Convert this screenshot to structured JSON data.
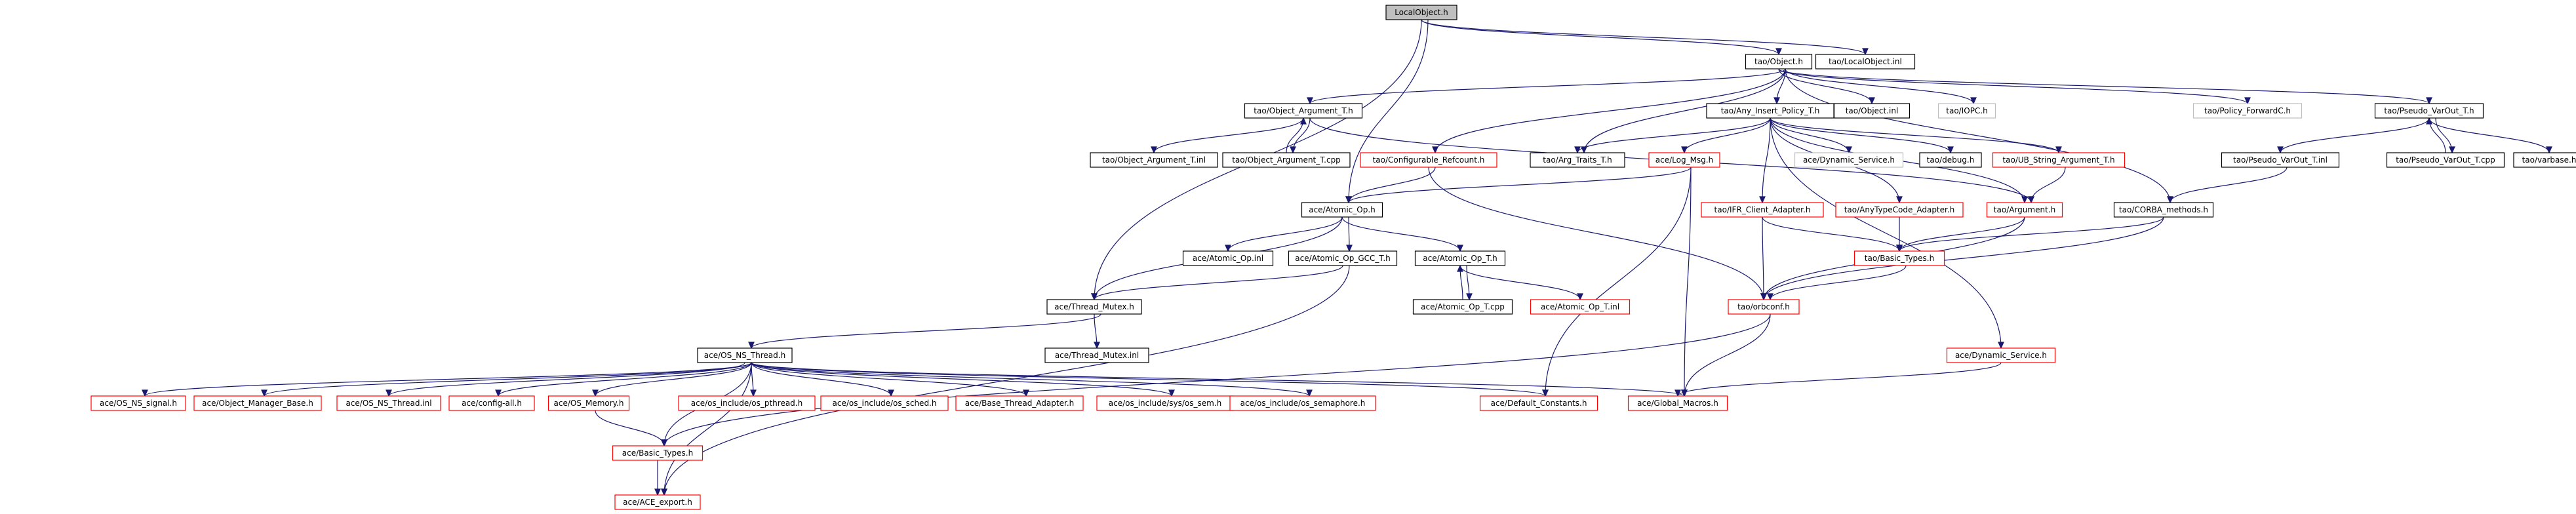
{
  "colors": {
    "background": "#ffffff",
    "edge": "#191970",
    "node_border_normal": "#000000",
    "node_border_red": "#ff0000",
    "node_border_gray": "#bfbfbf",
    "root_fill": "#bfbfbf",
    "node_fill": "#ffffff",
    "text": "#000000"
  },
  "nodes": [
    {
      "id": "localobject_h",
      "label": "LocalObject.h",
      "style": "root"
    },
    {
      "id": "object_h",
      "label": "tao/Object.h",
      "style": "normal"
    },
    {
      "id": "localobject_inl",
      "label": "tao/LocalObject.inl",
      "style": "normal"
    },
    {
      "id": "object_argument_t_h",
      "label": "tao/Object_Argument_T.h",
      "style": "normal"
    },
    {
      "id": "any_insert_policy_t_h",
      "label": "tao/Any_Insert_Policy_T.h",
      "style": "normal"
    },
    {
      "id": "object_inl",
      "label": "tao/Object.inl",
      "style": "normal"
    },
    {
      "id": "iiopc_h",
      "label": "tao/IOPC.h",
      "style": "gray"
    },
    {
      "id": "policy_forwardc_h",
      "label": "tao/Policy_ForwardC.h",
      "style": "gray"
    },
    {
      "id": "pseudo_varout_t_h",
      "label": "tao/Pseudo_VarOut_T.h",
      "style": "normal"
    },
    {
      "id": "object_argument_t_inl",
      "label": "tao/Object_Argument_T.inl",
      "style": "normal"
    },
    {
      "id": "object_argument_t_cpp",
      "label": "tao/Object_Argument_T.cpp",
      "style": "normal"
    },
    {
      "id": "configurable_refcount_h",
      "label": "tao/Configurable_Refcount.h",
      "style": "red"
    },
    {
      "id": "arg_traits_t_h",
      "label": "tao/Arg_Traits_T.h",
      "style": "normal"
    },
    {
      "id": "log_msg_h",
      "label": "ace/Log_Msg.h",
      "style": "red"
    },
    {
      "id": "dynamic_service_h_gray",
      "label": "ace/Dynamic_Service.h",
      "style": "gray"
    },
    {
      "id": "debug_h",
      "label": "tao/debug.h",
      "style": "normal"
    },
    {
      "id": "ub_string_argument_t_h",
      "label": "tao/UB_String_Argument_T.h",
      "style": "red"
    },
    {
      "id": "pseudo_varout_t_inl",
      "label": "tao/Pseudo_VarOut_T.inl",
      "style": "normal"
    },
    {
      "id": "pseudo_varout_t_cpp",
      "label": "tao/Pseudo_VarOut_T.cpp",
      "style": "normal"
    },
    {
      "id": "varbase_h",
      "label": "tao/varbase.h",
      "style": "normal"
    },
    {
      "id": "atomic_op_h",
      "label": "ace/Atomic_Op.h",
      "style": "normal"
    },
    {
      "id": "ifr_client_adapter_h",
      "label": "tao/IFR_Client_Adapter.h",
      "style": "red"
    },
    {
      "id": "anytypecode_adapter_h",
      "label": "tao/AnyTypeCode_Adapter.h",
      "style": "red"
    },
    {
      "id": "argument_h",
      "label": "tao/Argument.h",
      "style": "red"
    },
    {
      "id": "corba_methods_h",
      "label": "tao/CORBA_methods.h",
      "style": "normal"
    },
    {
      "id": "atomic_op_inl",
      "label": "ace/Atomic_Op.inl",
      "style": "normal"
    },
    {
      "id": "atomic_op_gcc_t_h",
      "label": "ace/Atomic_Op_GCC_T.h",
      "style": "normal"
    },
    {
      "id": "atomic_op_t_h",
      "label": "ace/Atomic_Op_T.h",
      "style": "normal"
    },
    {
      "id": "tao_basic_types_h",
      "label": "tao/Basic_Types.h",
      "style": "red"
    },
    {
      "id": "thread_mutex_h",
      "label": "ace/Thread_Mutex.h",
      "style": "normal"
    },
    {
      "id": "atomic_op_t_cpp",
      "label": "ace/Atomic_Op_T.cpp",
      "style": "normal"
    },
    {
      "id": "atomic_op_t_inl",
      "label": "ace/Atomic_Op_T.inl",
      "style": "red"
    },
    {
      "id": "orbconf_h",
      "label": "tao/orbconf.h",
      "style": "red"
    },
    {
      "id": "os_ns_thread_h",
      "label": "ace/OS_NS_Thread.h",
      "style": "normal"
    },
    {
      "id": "thread_mutex_inl",
      "label": "ace/Thread_Mutex.inl",
      "style": "normal"
    },
    {
      "id": "dynamic_service_h_red",
      "label": "ace/Dynamic_Service.h",
      "style": "red"
    },
    {
      "id": "os_ns_signal_h",
      "label": "ace/OS_NS_signal.h",
      "style": "red"
    },
    {
      "id": "object_manager_base_h",
      "label": "ace/Object_Manager_Base.h",
      "style": "red"
    },
    {
      "id": "os_ns_thread_inl",
      "label": "ace/OS_NS_Thread.inl",
      "style": "red"
    },
    {
      "id": "config_all_h",
      "label": "ace/config-all.h",
      "style": "red"
    },
    {
      "id": "os_memory_h",
      "label": "ace/OS_Memory.h",
      "style": "red"
    },
    {
      "id": "os_include_os_pthread_h",
      "label": "ace/os_include/os_pthread.h",
      "style": "red"
    },
    {
      "id": "os_include_os_sched_h",
      "label": "ace/os_include/os_sched.h",
      "style": "red"
    },
    {
      "id": "base_thread_adapter_h",
      "label": "ace/Base_Thread_Adapter.h",
      "style": "red"
    },
    {
      "id": "os_include_sys_os_sem_h",
      "label": "ace/os_include/sys/os_sem.h",
      "style": "red"
    },
    {
      "id": "os_include_os_semaphore_h",
      "label": "ace/os_include/os_semaphore.h",
      "style": "red"
    },
    {
      "id": "default_constants_h",
      "label": "ace/Default_Constants.h",
      "style": "red"
    },
    {
      "id": "global_macros_h",
      "label": "ace/Global_Macros.h",
      "style": "red"
    },
    {
      "id": "ace_basic_types_h",
      "label": "ace/Basic_Types.h",
      "style": "red"
    },
    {
      "id": "ace_export_h",
      "label": "ace/ACE_export.h",
      "style": "red"
    }
  ],
  "edges": [
    [
      "localobject_h",
      "object_h"
    ],
    [
      "localobject_h",
      "localobject_inl"
    ],
    [
      "localobject_h",
      "atomic_op_h"
    ],
    [
      "localobject_h",
      "thread_mutex_h"
    ],
    [
      "object_h",
      "object_argument_t_h"
    ],
    [
      "object_h",
      "any_insert_policy_t_h"
    ],
    [
      "object_h",
      "object_inl"
    ],
    [
      "object_h",
      "iiopc_h"
    ],
    [
      "object_h",
      "policy_forwardc_h"
    ],
    [
      "object_h",
      "pseudo_varout_t_h"
    ],
    [
      "object_h",
      "configurable_refcount_h"
    ],
    [
      "object_h",
      "arg_traits_t_h"
    ],
    [
      "object_h",
      "corba_methods_h"
    ],
    [
      "object_argument_t_h",
      "object_argument_t_inl"
    ],
    [
      "object_argument_t_h",
      "object_argument_t_cpp"
    ],
    [
      "object_argument_t_cpp",
      "object_argument_t_h"
    ],
    [
      "object_argument_t_h",
      "argument_h"
    ],
    [
      "any_insert_policy_t_h",
      "arg_traits_t_h"
    ],
    [
      "any_insert_policy_t_h",
      "log_msg_h"
    ],
    [
      "any_insert_policy_t_h",
      "dynamic_service_h_gray"
    ],
    [
      "any_insert_policy_t_h",
      "debug_h"
    ],
    [
      "any_insert_policy_t_h",
      "ub_string_argument_t_h"
    ],
    [
      "any_insert_policy_t_h",
      "ifr_client_adapter_h"
    ],
    [
      "any_insert_policy_t_h",
      "anytypecode_adapter_h"
    ],
    [
      "any_insert_policy_t_h",
      "argument_h"
    ],
    [
      "any_insert_policy_t_h",
      "dynamic_service_h_red"
    ],
    [
      "pseudo_varout_t_h",
      "pseudo_varout_t_inl"
    ],
    [
      "pseudo_varout_t_h",
      "pseudo_varout_t_cpp"
    ],
    [
      "pseudo_varout_t_cpp",
      "pseudo_varout_t_h"
    ],
    [
      "pseudo_varout_t_h",
      "varbase_h"
    ],
    [
      "pseudo_varout_t_inl",
      "corba_methods_h"
    ],
    [
      "configurable_refcount_h",
      "atomic_op_h"
    ],
    [
      "configurable_refcount_h",
      "orbconf_h"
    ],
    [
      "log_msg_h",
      "atomic_op_h"
    ],
    [
      "log_msg_h",
      "default_constants_h"
    ],
    [
      "log_msg_h",
      "global_macros_h"
    ],
    [
      "ub_string_argument_t_h",
      "argument_h"
    ],
    [
      "ifr_client_adapter_h",
      "tao_basic_types_h"
    ],
    [
      "ifr_client_adapter_h",
      "orbconf_h"
    ],
    [
      "anytypecode_adapter_h",
      "tao_basic_types_h"
    ],
    [
      "argument_h",
      "tao_basic_types_h"
    ],
    [
      "argument_h",
      "orbconf_h"
    ],
    [
      "corba_methods_h",
      "tao_basic_types_h"
    ],
    [
      "corba_methods_h",
      "orbconf_h"
    ],
    [
      "tao_basic_types_h",
      "orbconf_h"
    ],
    [
      "atomic_op_h",
      "thread_mutex_h"
    ],
    [
      "atomic_op_h",
      "atomic_op_inl"
    ],
    [
      "atomic_op_h",
      "atomic_op_gcc_t_h"
    ],
    [
      "atomic_op_h",
      "atomic_op_t_h"
    ],
    [
      "atomic_op_gcc_t_h",
      "thread_mutex_h"
    ],
    [
      "atomic_op_gcc_t_h",
      "ace_export_h"
    ],
    [
      "atomic_op_t_h",
      "atomic_op_t_cpp"
    ],
    [
      "atomic_op_t_cpp",
      "atomic_op_t_h"
    ],
    [
      "atomic_op_t_h",
      "atomic_op_t_inl"
    ],
    [
      "thread_mutex_h",
      "os_ns_thread_h"
    ],
    [
      "thread_mutex_h",
      "thread_mutex_inl"
    ],
    [
      "orbconf_h",
      "global_macros_h"
    ],
    [
      "orbconf_h",
      "ace_basic_types_h"
    ],
    [
      "dynamic_service_h_red",
      "global_macros_h"
    ],
    [
      "os_ns_thread_h",
      "os_ns_signal_h"
    ],
    [
      "os_ns_thread_h",
      "object_manager_base_h"
    ],
    [
      "os_ns_thread_h",
      "os_ns_thread_inl"
    ],
    [
      "os_ns_thread_h",
      "config_all_h"
    ],
    [
      "os_ns_thread_h",
      "os_memory_h"
    ],
    [
      "os_ns_thread_h",
      "os_include_os_pthread_h"
    ],
    [
      "os_ns_thread_h",
      "os_include_os_sched_h"
    ],
    [
      "os_ns_thread_h",
      "base_thread_adapter_h"
    ],
    [
      "os_ns_thread_h",
      "os_include_sys_os_sem_h"
    ],
    [
      "os_ns_thread_h",
      "os_include_os_semaphore_h"
    ],
    [
      "os_ns_thread_h",
      "default_constants_h"
    ],
    [
      "os_ns_thread_h",
      "global_macros_h"
    ],
    [
      "os_ns_thread_h",
      "ace_basic_types_h"
    ],
    [
      "os_ns_thread_h",
      "ace_export_h"
    ],
    [
      "os_memory_h",
      "ace_basic_types_h"
    ],
    [
      "ace_basic_types_h",
      "ace_export_h"
    ]
  ]
}
